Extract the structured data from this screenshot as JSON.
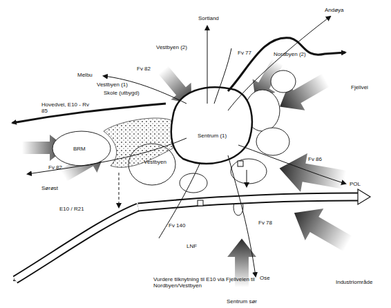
{
  "diagram": {
    "nodes": [
      {
        "text": [
          "Sentrum (1)"
        ]
      },
      {
        "text": [
          "BRM"
        ]
      },
      {
        "text": [
          "Vestbyen"
        ]
      }
    ],
    "labels": [
      "Sortland",
      "Andøya",
      "Vestbyen (2)",
      "Nordbyen (2)",
      "Melbu",
      "Vestbyen (1)",
      "Skole (utbygd)",
      "Fv 82",
      "Fv 77",
      "Hovedvei, E10 - Rv 85",
      "Fv 82",
      "Fv 78",
      "Fv 86",
      "Fjellvei",
      "POL",
      "E10 / R21",
      "Sørøst",
      "Fv 140",
      "LNF",
      "Vurdere tilknytning til E10 via Fjellveien til Nordbyen/Vestbyen",
      "Ose",
      "Sentrum sør",
      "Industriområde"
    ]
  }
}
